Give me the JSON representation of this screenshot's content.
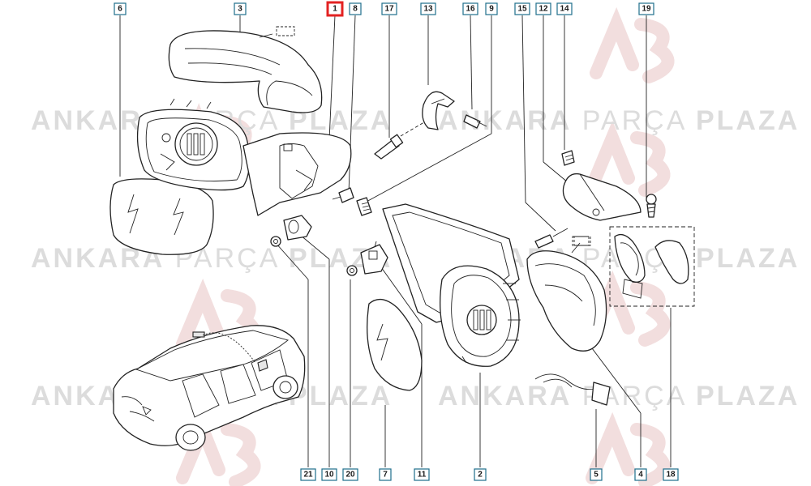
{
  "watermark": {
    "word1": "ANKARA",
    "word2": "PARÇA",
    "word3": "PLAZA"
  },
  "callouts": {
    "c6": "6",
    "c3": "3",
    "c1": "1",
    "c8": "8",
    "c17": "17",
    "c13": "13",
    "c16": "16",
    "c9": "9",
    "c15": "15",
    "c12": "12",
    "c14": "14",
    "c19": "19",
    "c21": "21",
    "c10": "10",
    "c20": "20",
    "c7": "7",
    "c11": "11",
    "c2": "2",
    "c5": "5",
    "c4": "4",
    "c18": "18"
  },
  "highlighted_callout": "1",
  "colors": {
    "highlight": "#e32222",
    "callout_border": "#1f6f8b",
    "watermark": "#dcdcdc"
  }
}
